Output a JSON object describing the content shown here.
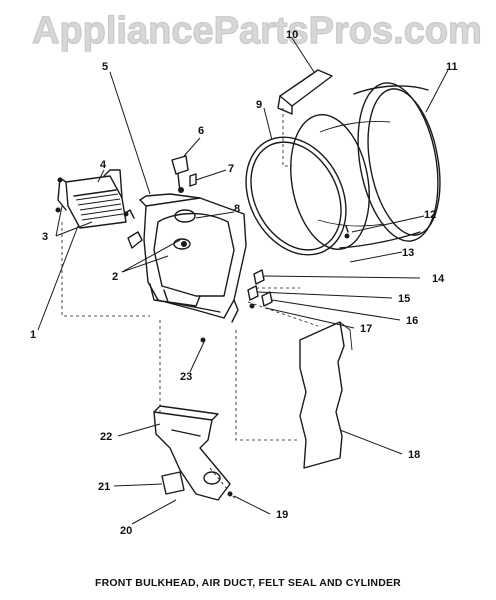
{
  "watermark": "AppliancePartsPros.com",
  "caption": "FRONT BULKHEAD, AIR DUCT, FELT SEAL AND CYLINDER",
  "callouts": {
    "c1": "1",
    "c2": "2",
    "c3": "3",
    "c4": "4",
    "c5": "5",
    "c6": "6",
    "c7": "7",
    "c8": "8",
    "c9": "9",
    "c10": "10",
    "c11": "11",
    "c12": "12",
    "c13": "13",
    "c14": "14",
    "c15": "15",
    "c16": "16",
    "c17": "17",
    "c18": "18",
    "c19": "19",
    "c20": "20",
    "c21": "21",
    "c22": "22",
    "c23": "23"
  }
}
